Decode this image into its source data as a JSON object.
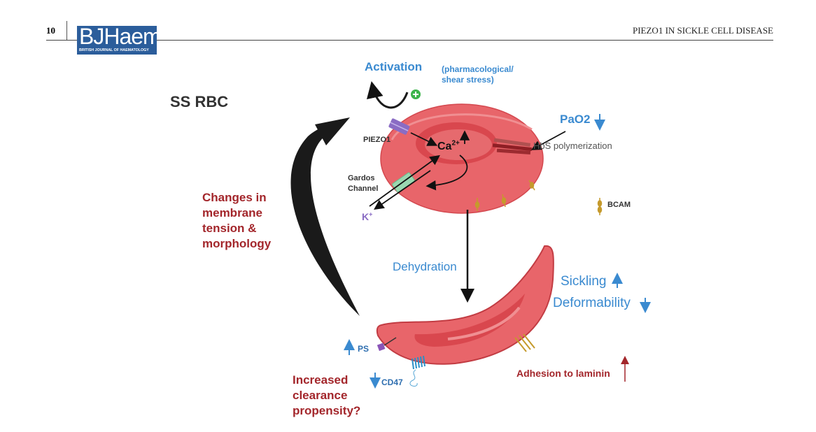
{
  "header": {
    "page_number": "10",
    "journal_logo": "BJHaem",
    "journal_logo_subtitle": "BRITISH JOURNAL OF HAEMATOLOGY",
    "running_title": "PIEZO1 IN SICKLE CELL DISEASE",
    "logo_color": "#2b5d9b"
  },
  "figure": {
    "cell_label": "SS RBC",
    "activation": "Activation",
    "activation_note_1": "(pharmacological/",
    "activation_note_2": "shear stress)",
    "piezo1": "PIEZO1",
    "calcium": "Ca",
    "calcium_sup": "2+",
    "pao2": "PaO2",
    "hbs": "HbS polymerization",
    "gardos_1": "Gardos",
    "gardos_2": "Channel",
    "potassium": "K",
    "potassium_sup": "+",
    "bcam": "BCAM",
    "changes_1": "Changes in",
    "changes_2": "membrane",
    "changes_3": "tension &",
    "changes_4": "morphology",
    "dehydration": "Dehydration",
    "sickling": "Sickling",
    "deformability": "Deformability",
    "ps": "PS",
    "cd47": "CD47",
    "clearance_1": "Increased",
    "clearance_2": "clearance",
    "clearance_3": "propensity?",
    "adhesion": "Adhesion to laminin",
    "colors": {
      "blue": "#3a8ad0",
      "dark_red": "#a3262b",
      "cell": "#e8656a",
      "piezo": "#8a6cc4",
      "gardos": "#9ad7b0",
      "bcam": "#c59a2c",
      "plus": "#3cb44b"
    }
  }
}
